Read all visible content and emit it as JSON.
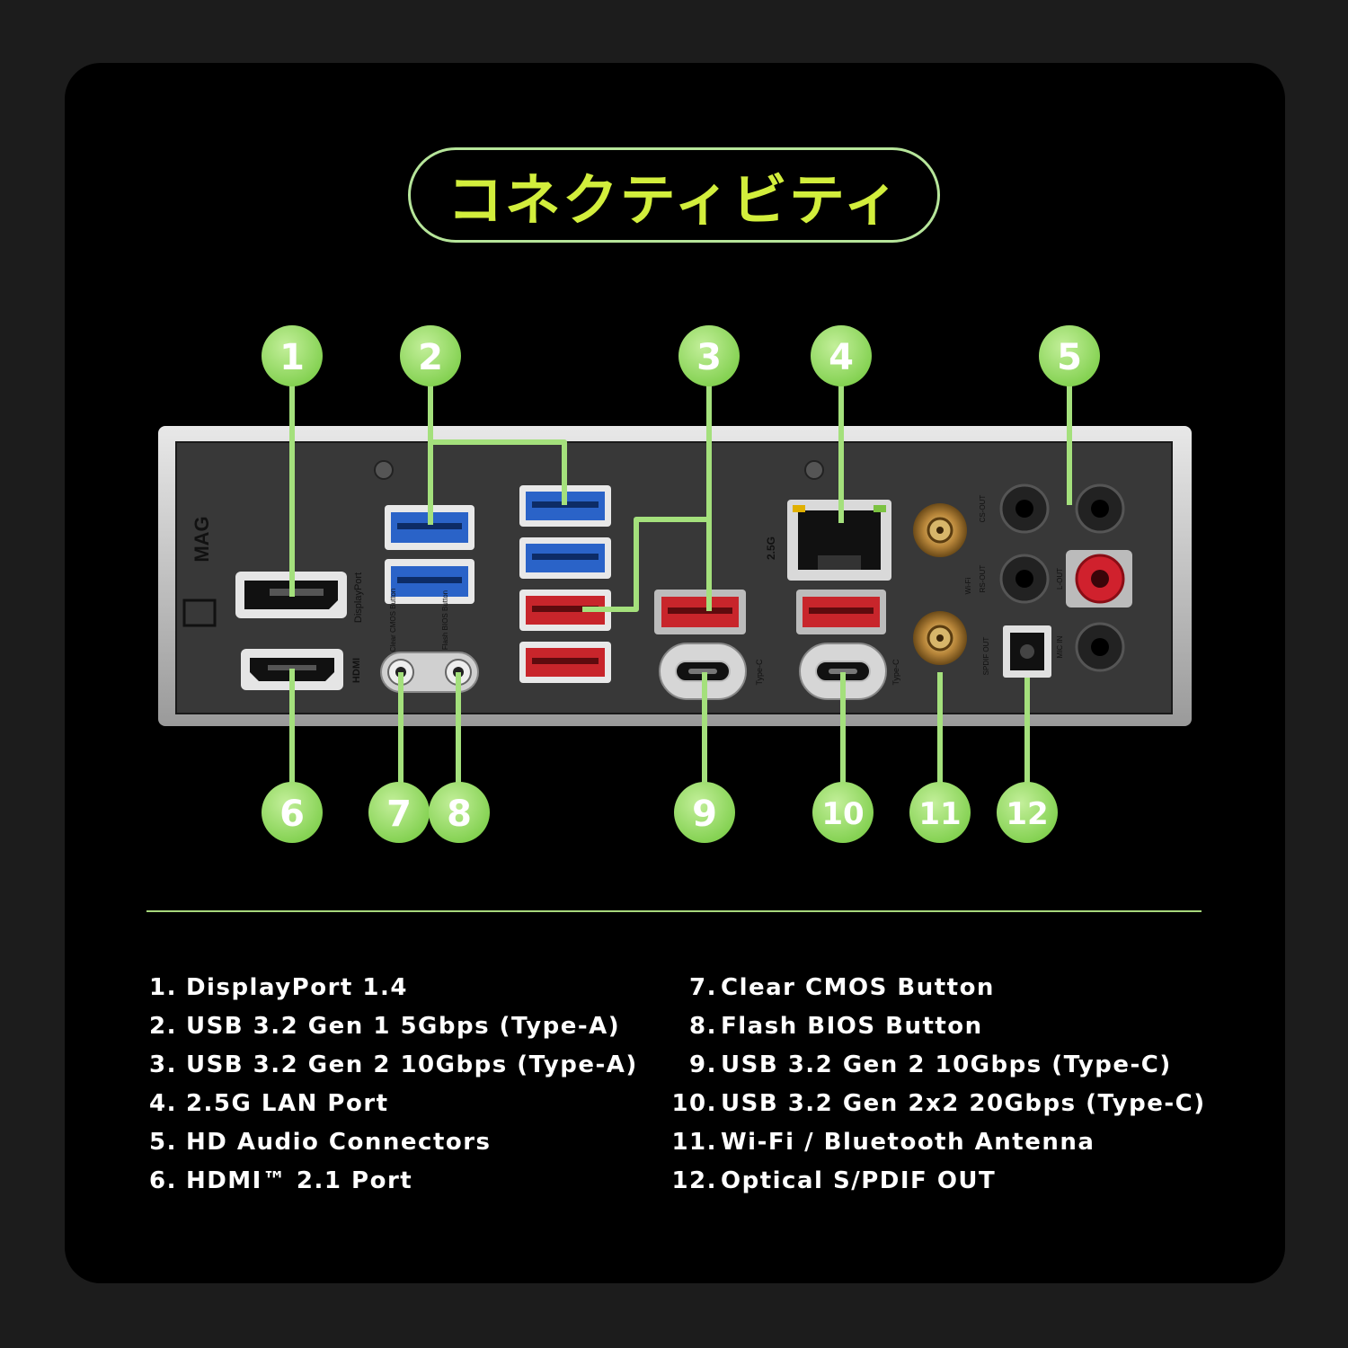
{
  "title": "コネクティビティ",
  "colors": {
    "accent_green": "#a4e07c",
    "title_text": "#d2ee3c",
    "usb_blue": "#2a63c8",
    "usb_red": "#c8252b",
    "panel_gray": "#3b3b3b",
    "background": "#000000"
  },
  "panel": {
    "brand": "MAG",
    "port_labels": {
      "displayport": "DisplayPort",
      "hdmi": "HDMI",
      "clear_cmos": "Clear CMOS Button",
      "flash_bios": "Flash BIOS Button",
      "lan": "2.5G",
      "wifi": "Wi-Fi",
      "type_c": "Type-C",
      "spdif": "SPDIF OUT",
      "cs_out": "CS-OUT",
      "rs_out": "RS-OUT",
      "line_out": "L-OUT",
      "mic_in": "MIC IN"
    }
  },
  "badges": [
    "1",
    "2",
    "3",
    "4",
    "5",
    "6",
    "7",
    "8",
    "9",
    "10",
    "11",
    "12"
  ],
  "specs_left": [
    {
      "num": "1.",
      "text": "DisplayPort 1.4"
    },
    {
      "num": "2.",
      "text": "USB 3.2 Gen 1 5Gbps (Type-A)"
    },
    {
      "num": "3.",
      "text": "USB 3.2 Gen 2 10Gbps (Type-A)"
    },
    {
      "num": "4.",
      "text": "2.5G LAN Port"
    },
    {
      "num": "5.",
      "text": "HD Audio Connectors"
    },
    {
      "num": "6.",
      "text": "HDMI™ 2.1 Port"
    }
  ],
  "specs_right": [
    {
      "num": "7.",
      "text": "Clear CMOS Button"
    },
    {
      "num": "8.",
      "text": "Flash BIOS Button"
    },
    {
      "num": "9.",
      "text": "USB 3.2 Gen 2 10Gbps (Type-C)"
    },
    {
      "num": "10.",
      "text": "USB 3.2 Gen 2x2 20Gbps (Type-C)"
    },
    {
      "num": "11.",
      "text": "Wi-Fi / Bluetooth Antenna"
    },
    {
      "num": "12.",
      "text": "Optical S/PDIF OUT"
    }
  ]
}
